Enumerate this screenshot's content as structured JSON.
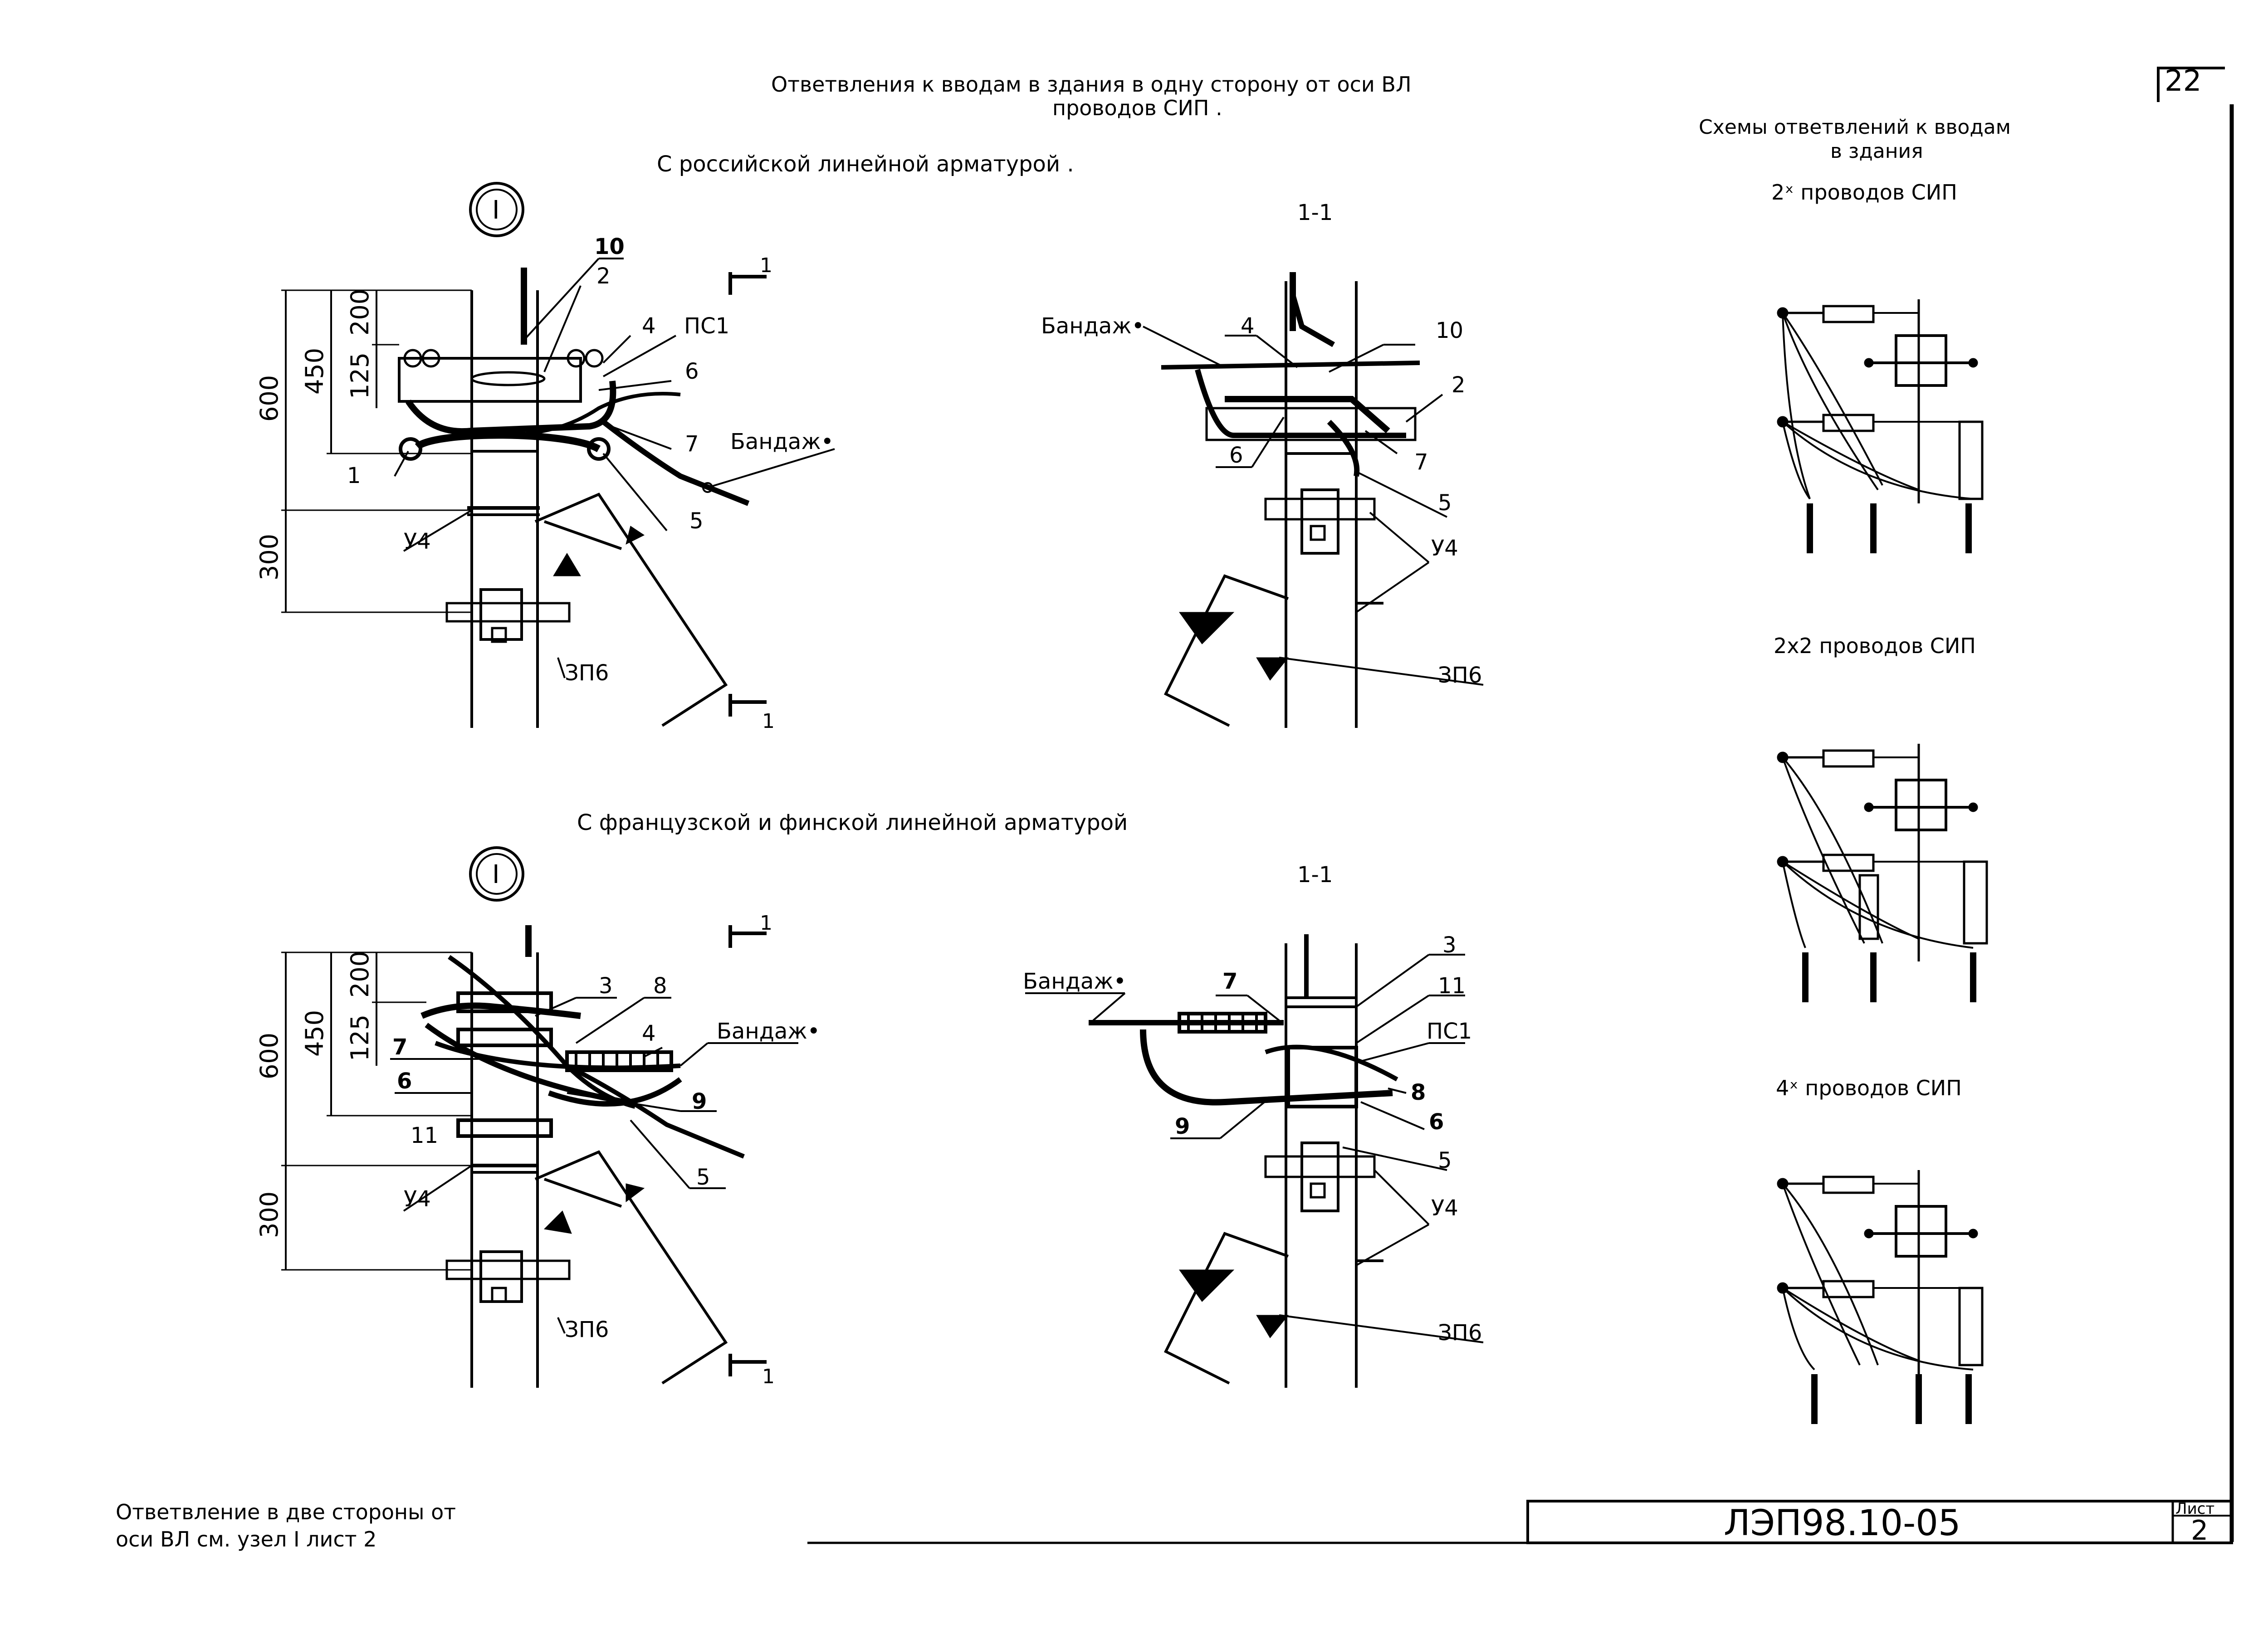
{
  "sheet": {
    "corner_number": "22",
    "title_line1": "Ответвления к вводам в здания в одну сторону от оси ВЛ",
    "title_line2": "проводов СИП .",
    "subtitle_russian": "С российской линейной арматурой .",
    "subtitle_french": "С французской и финской линейной арматурой",
    "code": "ЛЭП98.10-05",
    "list_label": "Лист",
    "list_number": "2",
    "note_line1": "Ответвление в две стороны от",
    "note_line2": "оси ВЛ см. узел I лист 2"
  },
  "schemes": {
    "title_line1": "Схемы ответвлений к вводам",
    "title_line2": "в здания",
    "s1_label": "2ˣ   проводов СИП",
    "s2_label": "2x2 проводов СИП",
    "s3_label": "4ˣ   проводов СИП"
  },
  "node1": {
    "marker": "I",
    "dims": {
      "d600": "600",
      "d450": "450",
      "d200": "200",
      "d125": "125",
      "d300": "300"
    },
    "labels": {
      "l10": "10",
      "l2": "2",
      "l4": "4",
      "lps1": "ПС1",
      "l6": "6",
      "l7": "7",
      "lband": "Бандаж•",
      "l1": "1",
      "l5": "5",
      "ly4": "У4",
      "lzp6": "ЗП6"
    },
    "cut": {
      "top": "1",
      "bottom": "1"
    }
  },
  "section1": {
    "title": "1-1",
    "labels": {
      "lband": "Бандаж•",
      "l4": "4",
      "l10": "10",
      "l2": "2",
      "l6": "6",
      "l7": "7",
      "l5": "5",
      "ly4": "У4",
      "lzp6": "ЗП6"
    }
  },
  "node2": {
    "marker": "I",
    "dims": {
      "d600": "600",
      "d450": "450",
      "d200": "200",
      "d125": "125",
      "d300": "300"
    },
    "labels": {
      "l3": "3",
      "l8": "8",
      "l4": "4",
      "lband": "Бандаж•",
      "l7": "7",
      "l6": "6",
      "l9": "9",
      "l11": "11",
      "l5": "5",
      "ly4": "У4",
      "lzp6": "ЗП6"
    },
    "cut": {
      "top": "1",
      "bottom": "1"
    }
  },
  "section2": {
    "title": "1-1",
    "labels": {
      "lband": "Бандаж•",
      "l7": "7",
      "l3": "3",
      "l11": "11",
      "lps1": "ПС1",
      "l8": "8",
      "l9": "9",
      "l6": "6",
      "l5": "5",
      "ly4": "У4",
      "lzp6": "ЗП6"
    }
  }
}
